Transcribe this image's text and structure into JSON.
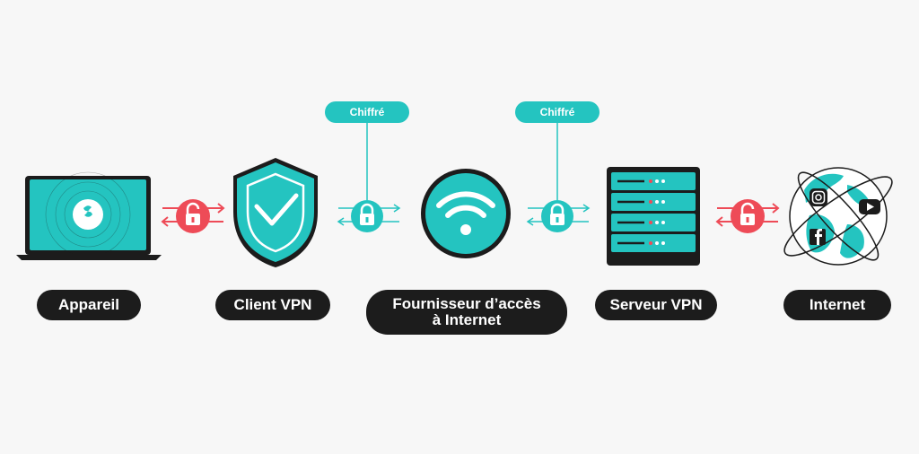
{
  "nodes": {
    "device": "Appareil",
    "client": "Client VPN",
    "isp_line1": "Fournisseur d’accès",
    "isp_line2": "à Internet",
    "server": "Serveur VPN",
    "internet": "Internet"
  },
  "tags": {
    "encrypted_1": "Chiffré",
    "encrypted_2": "Chiffré"
  },
  "colors": {
    "teal": "#24c4c0",
    "dark": "#1c1c1c",
    "red": "#ee4b57",
    "background": "#f7f7f7"
  }
}
